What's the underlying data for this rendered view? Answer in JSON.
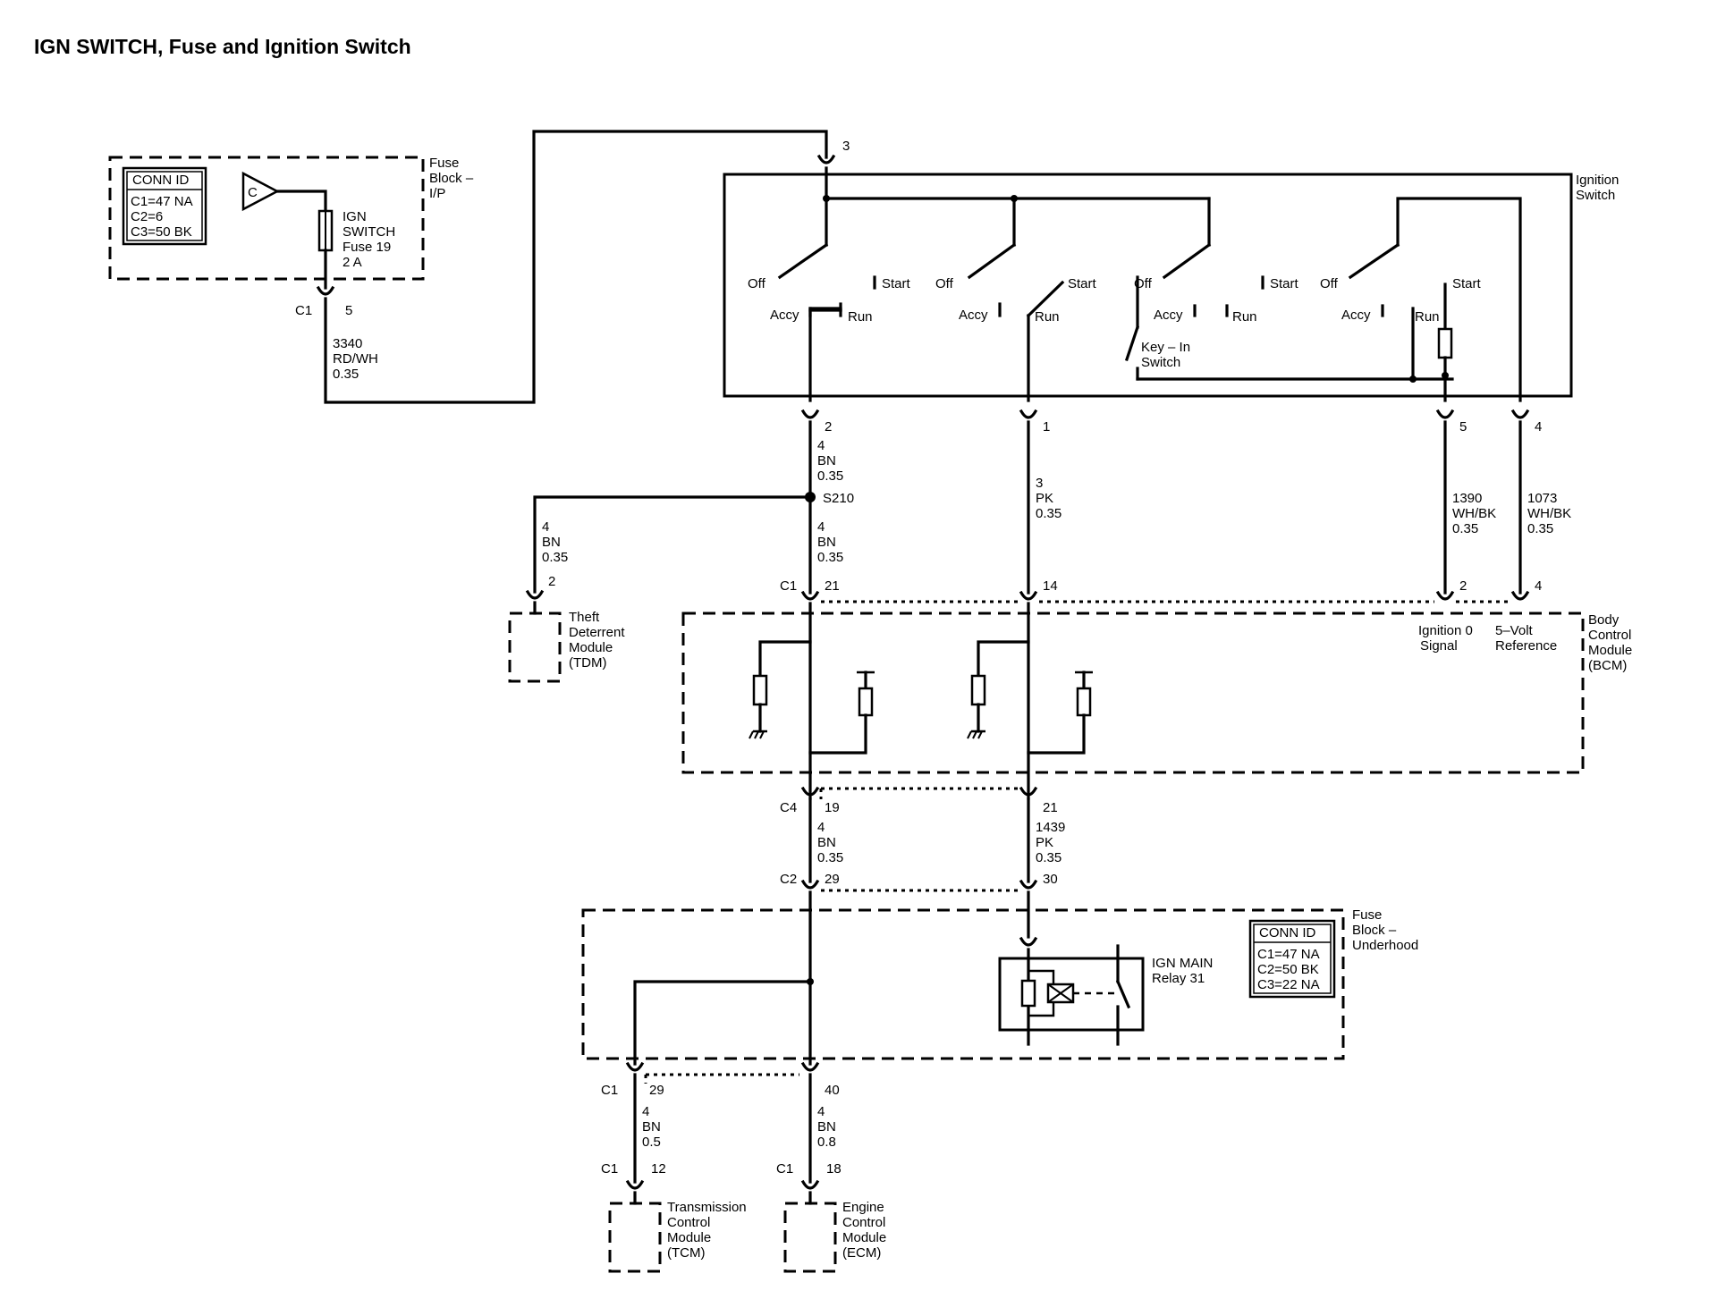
{
  "title": "IGN SWITCH, Fuse and Ignition Switch",
  "fuse_block_ip": {
    "label_lines": [
      "Fuse",
      "Block –",
      "I/P"
    ],
    "conn_id": {
      "header": "CONN ID",
      "lines": [
        "C1=47 NA",
        "C2=6",
        "C3=50 BK"
      ]
    },
    "source_label": "C",
    "fuse_lines": [
      "IGN",
      "SWITCH",
      "Fuse 19",
      "2 A"
    ],
    "connector": "C1",
    "pin": "5"
  },
  "wire_3340": [
    "3340",
    "RD/WH",
    "0.35"
  ],
  "ignition_switch": {
    "label_lines": [
      "Ignition",
      "Switch"
    ],
    "input_pin": "3",
    "positions": {
      "off": "Off",
      "accy": "Accy",
      "run": "Run",
      "start": "Start"
    },
    "key_in_lines": [
      "Key – In",
      "Switch"
    ],
    "pins": [
      "2",
      "1",
      "5",
      "4"
    ]
  },
  "wires_upper": {
    "left": [
      "4",
      "BN",
      "0.35"
    ],
    "middle": [
      "3",
      "PK",
      "0.35"
    ],
    "right1": [
      "1390",
      "WH/BK",
      "0.35"
    ],
    "right2": [
      "1073",
      "WH/BK",
      "0.35"
    ]
  },
  "splice": "S210",
  "wire_after_splice": [
    "4",
    "BN",
    "0.35"
  ],
  "wire_tdm": [
    "4",
    "BN",
    "0.35"
  ],
  "tdm": {
    "pin": "2",
    "label_lines": [
      "Theft",
      "Deterrent",
      "Module",
      "(TDM)"
    ]
  },
  "bcm": {
    "label_lines": [
      "Body",
      "Control",
      "Module",
      "(BCM)"
    ],
    "connector_top": "C1",
    "pins_top": [
      "21",
      "14",
      "2",
      "4"
    ],
    "signal_labels": {
      "ign0": [
        "Ignition 0",
        "Signal"
      ],
      "fivev": [
        "5–Volt",
        "Reference"
      ]
    },
    "connector_bottom": "C4",
    "pins_bottom": [
      "19",
      "21"
    ]
  },
  "wires_mid": {
    "left": [
      "4",
      "BN",
      "0.35"
    ],
    "right": [
      "1439",
      "PK",
      "0.35"
    ]
  },
  "fuse_block_underhood": {
    "label_lines": [
      "Fuse",
      "Block –",
      "Underhood"
    ],
    "connector_top": "C2",
    "pins_top": [
      "29",
      "30"
    ],
    "conn_id": {
      "header": "CONN ID",
      "lines": [
        "C1=47 NA",
        "C2=50 BK",
        "C3=22 NA"
      ]
    },
    "relay_lines": [
      "IGN MAIN",
      "Relay 31"
    ],
    "connector_bottom": "C1",
    "pins_bottom": [
      "29",
      "40"
    ]
  },
  "wires_lower": {
    "left": [
      "4",
      "BN",
      "0.5"
    ],
    "right": [
      "4",
      "BN",
      "0.8"
    ]
  },
  "tcm": {
    "connector": "C1",
    "pin": "12",
    "label_lines": [
      "Transmission",
      "Control",
      "Module",
      "(TCM)"
    ]
  },
  "ecm": {
    "connector": "C1",
    "pin": "18",
    "label_lines": [
      "Engine",
      "Control",
      "Module",
      "(ECM)"
    ]
  }
}
